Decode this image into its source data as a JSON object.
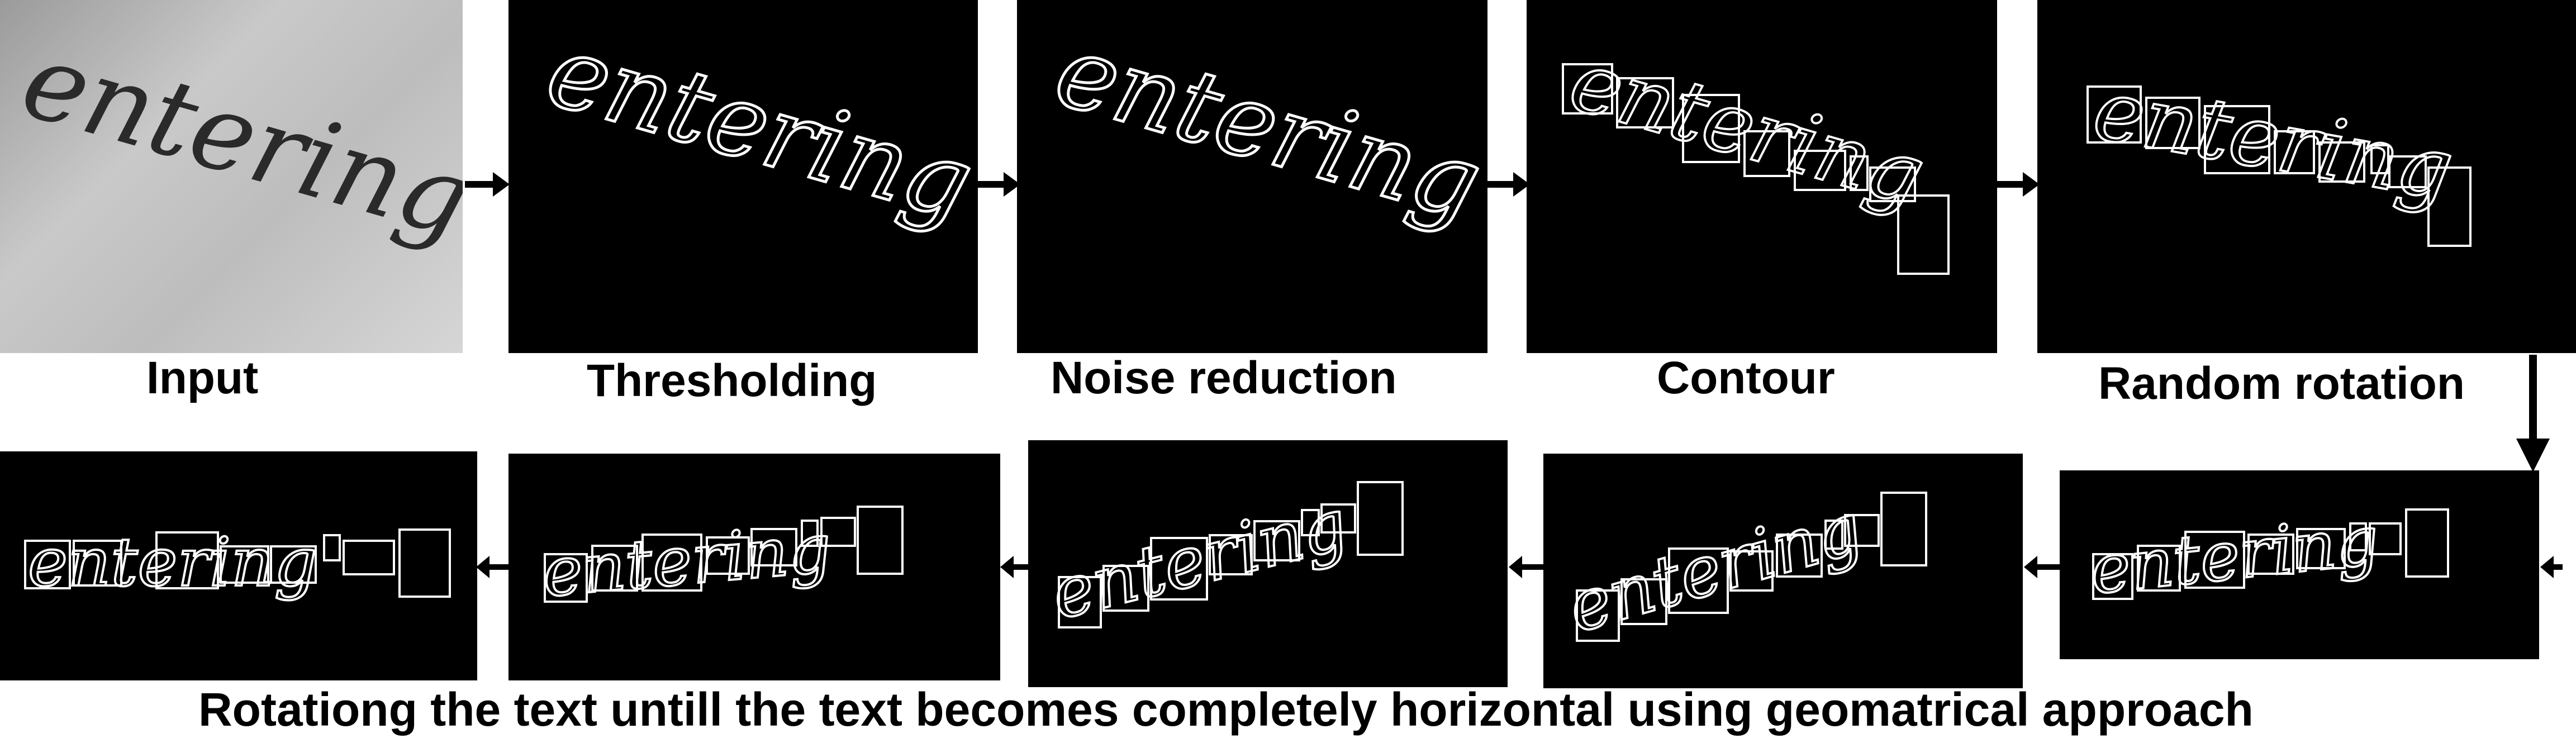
{
  "steps": [
    {
      "id": "input",
      "label": "Input",
      "word": "entering"
    },
    {
      "id": "thresholding",
      "label": "Thresholding",
      "word": "entering"
    },
    {
      "id": "noise",
      "label": "Noise reduction",
      "word": "entering"
    },
    {
      "id": "contour",
      "label": "Contour",
      "word": "entering"
    },
    {
      "id": "random",
      "label": "Random rotation",
      "word": "entering"
    }
  ],
  "rotation_steps_word": "entering",
  "caption": "Rotationg the text untill the text becomes completely horizontal using geomatrical approach",
  "colors": {
    "panel": "#000000",
    "stroke": "#ffffff",
    "input_bg": "#c4c4c4",
    "ink": "#222222"
  }
}
